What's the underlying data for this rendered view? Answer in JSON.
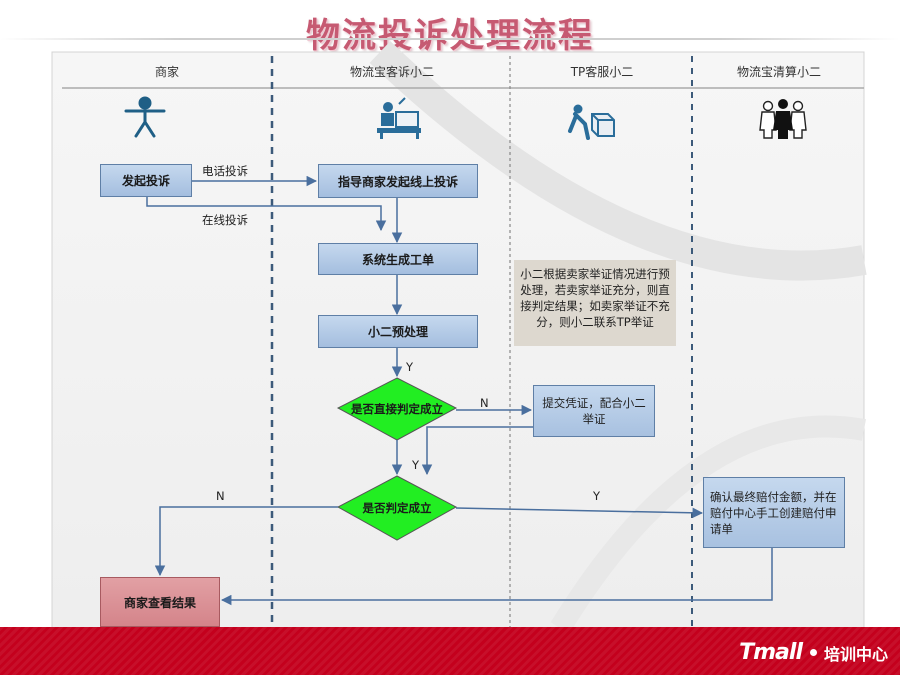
{
  "title": "物流投诉处理流程",
  "lanes": [
    "商家",
    "物流宝客诉小二",
    "TP客服小二",
    "物流宝清算小二"
  ],
  "lane_icons": [
    "person-icon",
    "desk-worker-icon",
    "box-worker-icon",
    "group-people-icon"
  ],
  "nodes": {
    "start": "发起投诉",
    "guide": "指导商家发起线上投诉",
    "ticket": "系统生成工单",
    "preprocess": "小二预处理",
    "decision1": "是否直接判定成立",
    "evidence": "提交凭证，配合小二举证",
    "decision2": "是否判定成立",
    "confirm": "确认最终赔付金额，并在赔付中心手工创建赔付申请单",
    "result": "商家查看结果"
  },
  "note": "小二根据卖家举证情况进行预处理，若卖家举证充分，则直接判定结果；如卖家举证不充分，则小二联系TP举证",
  "edge_labels": {
    "phone": "电话投诉",
    "online": "在线投诉",
    "y1": "Y",
    "n1": "N",
    "y2": "Y",
    "n2": "N",
    "y3": "Y"
  },
  "footer": {
    "brand": "Tmall",
    "sub": "培训中心"
  },
  "colors": {
    "title": "#c65a72",
    "process_box": "#a4bedf",
    "decision": "#22ee22",
    "result_box": "#d9888d",
    "note_bg": "#ddd8cf",
    "footer": "#c4001d"
  }
}
